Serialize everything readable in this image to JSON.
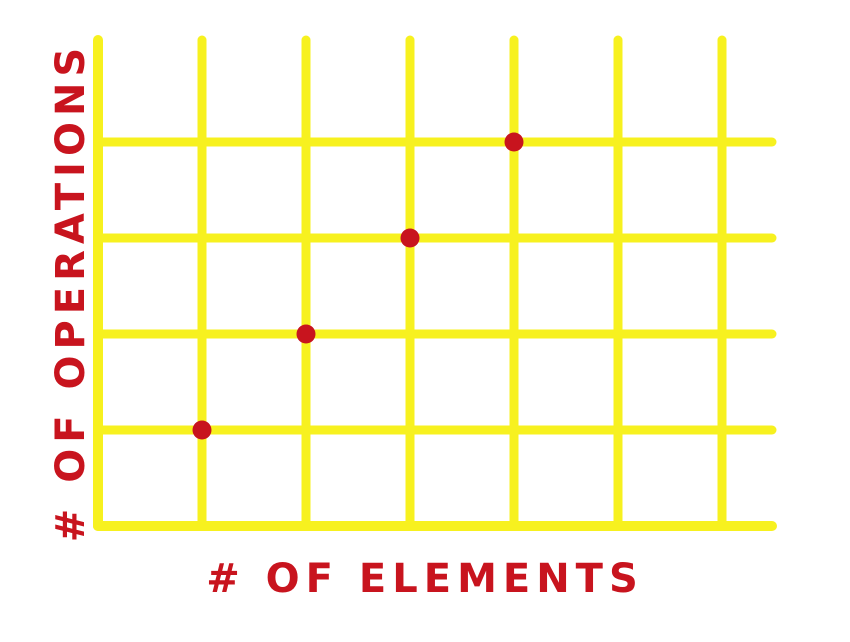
{
  "chart_data": {
    "type": "scatter",
    "title": "",
    "xlabel": "# OF ELEMENTS",
    "ylabel": "# OF OPERATIONS",
    "xlim": [
      0,
      6.5
    ],
    "ylim": [
      0,
      4
    ],
    "grid": true,
    "x": [
      1,
      2,
      3,
      4
    ],
    "y": [
      1,
      2,
      3,
      4
    ],
    "colors": {
      "grid": "#f7f11f",
      "point": "#c8141e",
      "label": "#c8141e"
    }
  }
}
